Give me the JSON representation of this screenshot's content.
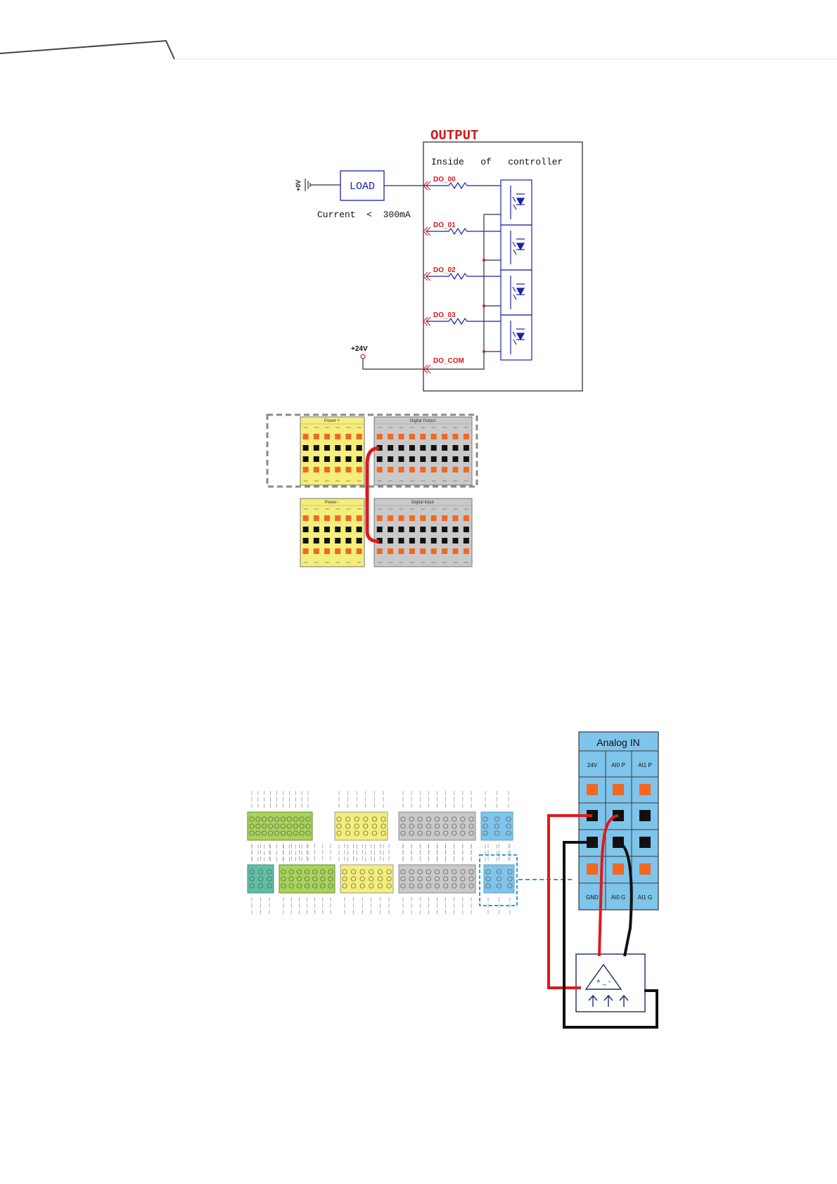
{
  "output_schematic": {
    "title": "OUTPUT",
    "inside_label": "Inside   of   controller",
    "load_label": "LOAD",
    "supply_label": "+24V",
    "ground_label": "+0V",
    "current_label": "Current  <  300mA",
    "pins": [
      "DO_00",
      "DO_01",
      "DO_02",
      "DO_03",
      "DO_COM"
    ]
  },
  "terminal_blocks_1": {
    "power_plus_title": "Power +",
    "digital_output_title": "Digital Output",
    "power_minus_title": "Power -",
    "digital_input_title": "Digital Input"
  },
  "analog_in_panel": {
    "title": "Analog IN",
    "top_labels": [
      "24V",
      "AI0 P",
      "AI1 P"
    ],
    "bottom_labels": [
      "GND",
      "AI0 G",
      "AI1 G"
    ],
    "sensor_label": "+ _ -"
  },
  "colors": {
    "schematic_blue": "#1a23a8",
    "title_red": "#d11a1a",
    "wire_red": "#e0191b",
    "terminal_yellow": "#f4ee7a",
    "terminal_gray": "#c9c9c9",
    "terminal_green": "#a8d35a",
    "terminal_teal": "#5fbfa5",
    "terminal_blue": "#7fc4ea",
    "pin_orange": "#f26722",
    "analog_panel_blue": "#7fc4ea"
  }
}
